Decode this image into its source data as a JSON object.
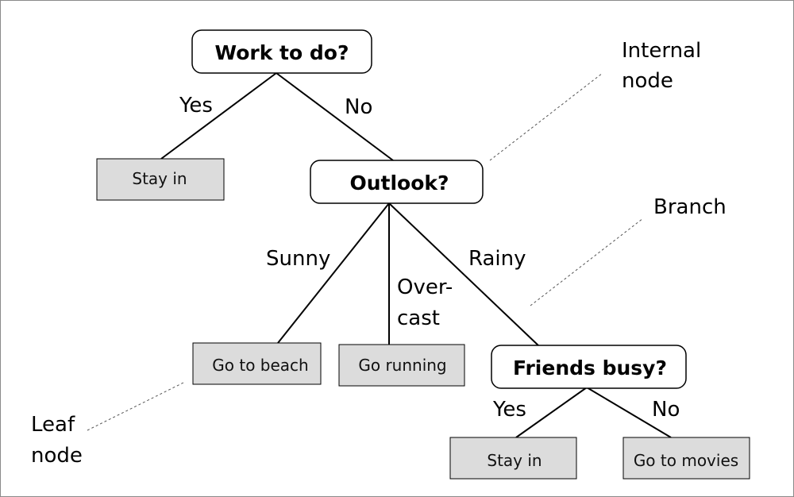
{
  "nodes": {
    "root": "Work to do?",
    "outlook": "Outlook?",
    "friends": "Friends busy?",
    "stay_in_1": "Stay in",
    "beach": "Go to beach",
    "running": "Go running",
    "stay_in_2": "Stay in",
    "movies": "Go to movies"
  },
  "edges": {
    "yes_1": "Yes",
    "no_1": "No",
    "sunny": "Sunny",
    "overcast_1": "Over-",
    "overcast_2": "cast",
    "rainy": "Rainy",
    "yes_2": "Yes",
    "no_2": "No"
  },
  "annotations": {
    "internal_1": "Internal",
    "internal_2": "node",
    "branch": "Branch",
    "leaf_1": "Leaf",
    "leaf_2": "node"
  },
  "colors": {
    "leaf_fill": "#dcdcdc",
    "internal_fill": "#ffffff",
    "line": "#000000"
  }
}
